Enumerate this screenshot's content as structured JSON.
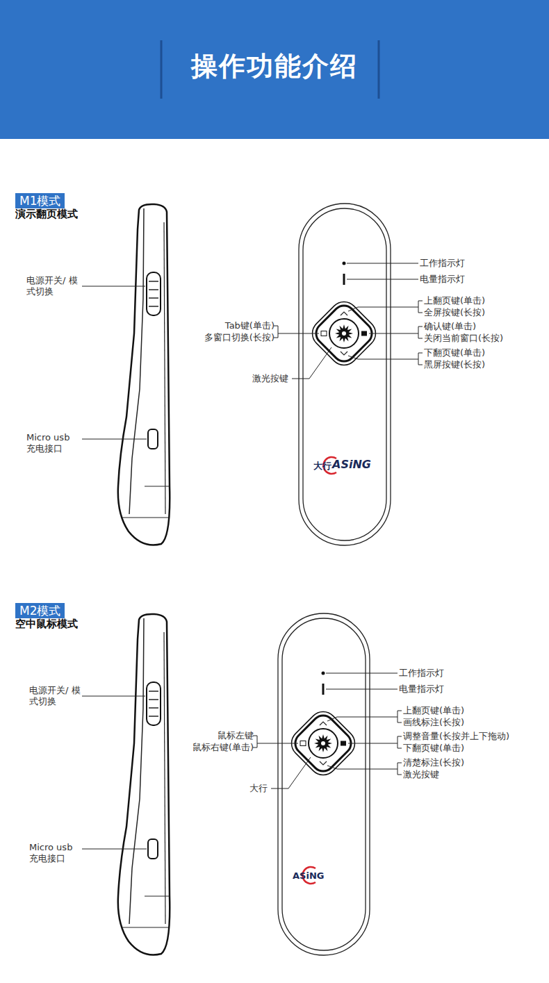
{
  "diagram": {
    "title": "操作功能介绍",
    "nodes": [
      {
        "text": [
          "M1模式"
        ]
      },
      {
        "text": [
          "M2模式"
        ]
      }
    ],
    "labels": [
      "演示翻页模式",
      "电源开关/ 模式切换",
      "Micro usb 充电接口",
      "工作指示灯",
      "电量指示灯",
      "上翻页键(单击)",
      "全屏按键(长按)",
      "Tab键(单击)",
      "多窗口切换(长按)",
      "确认键(单击)",
      "关闭当前窗口(长按)",
      "下翻页键(单击)",
      "黑屏按键(长按)",
      "激光按键",
      "大行",
      "ASiNG",
      "空中鼠标模式",
      "电源开关/ 模式切换",
      "Micro usb 充电接口",
      "工作指示灯",
      "电量指示灯",
      "上翻页键(单击)",
      "画线标注(长按)",
      "鼠标左键",
      "鼠标右键(单击)",
      "调整音量(长按并上下拖动)",
      "下翻页键(单击)",
      "清楚标注(长按)",
      "激光按键",
      "大行",
      "ASiNG"
    ]
  }
}
